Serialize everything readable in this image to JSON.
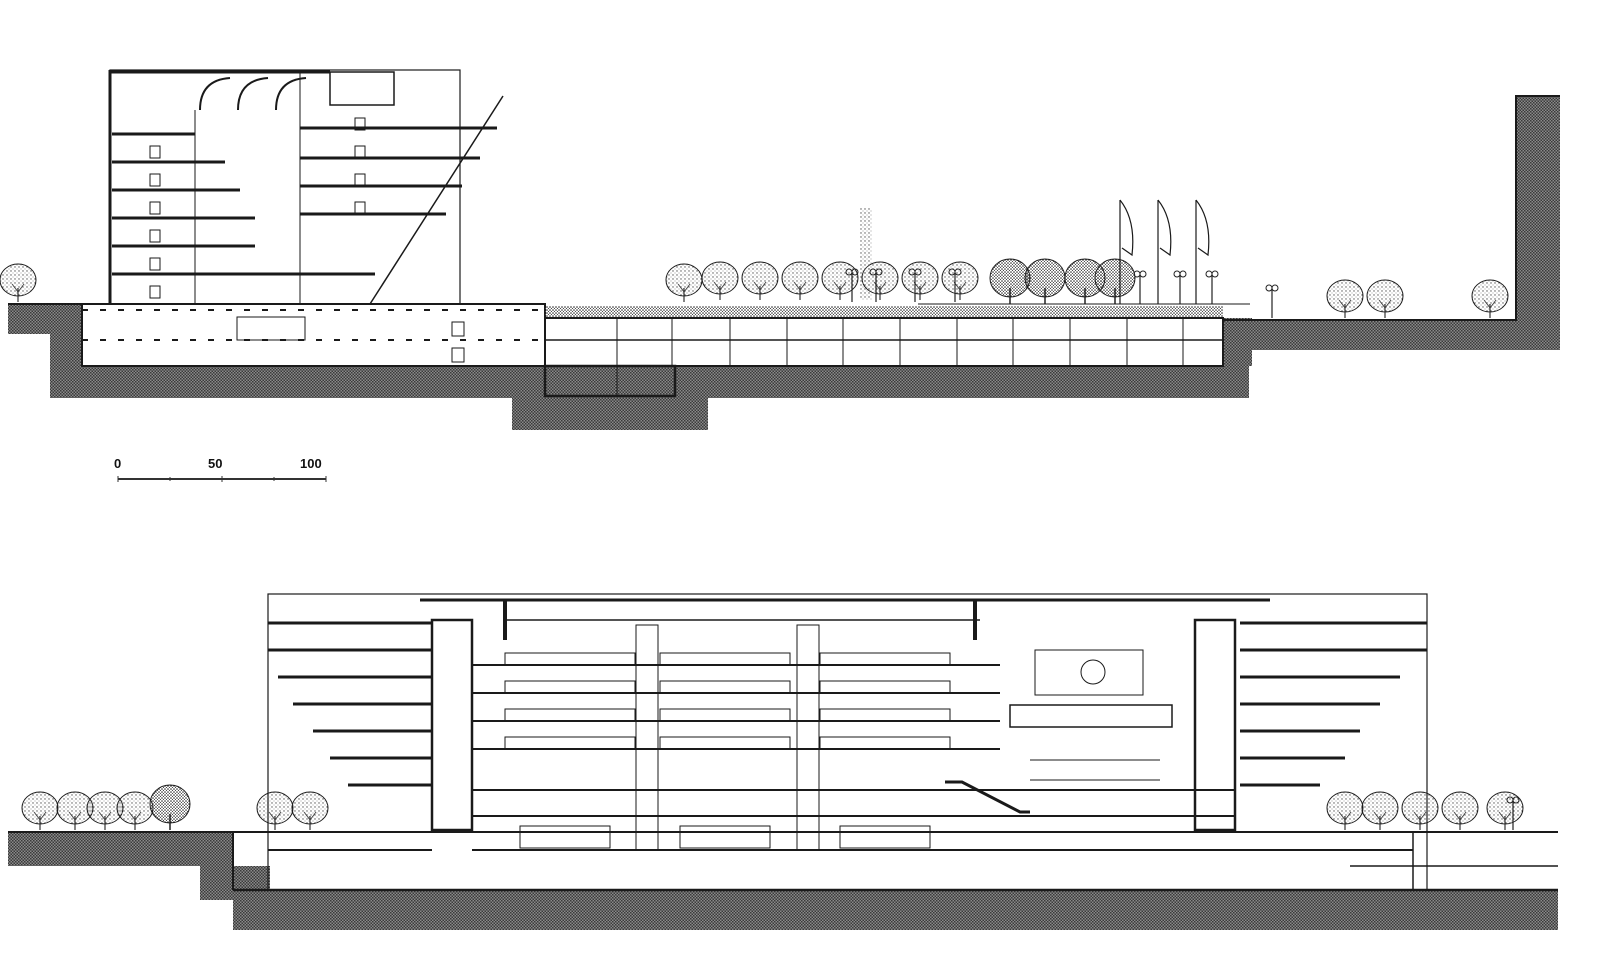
{
  "drawing": {
    "type": "architectural-sections",
    "ink_color": "#1a1a1a",
    "hatch_color": "#6e6e6e",
    "background": "#ffffff"
  },
  "scale_bar": {
    "labels": [
      "0",
      "50",
      "100"
    ],
    "label_positions_x": [
      116,
      208,
      300
    ]
  },
  "sections": [
    {
      "id": "upper-section",
      "description": "Longitudinal section: terraced office block with inclined glazed face, underground levels, landscaped plaza with trees, lamp posts, flags and retaining wall"
    },
    {
      "id": "lower-section",
      "description": "Transverse section: symmetric inverted-ziggurat building with stepped office floors, central atrium, escalator and underground levels, trees at both sides"
    }
  ]
}
